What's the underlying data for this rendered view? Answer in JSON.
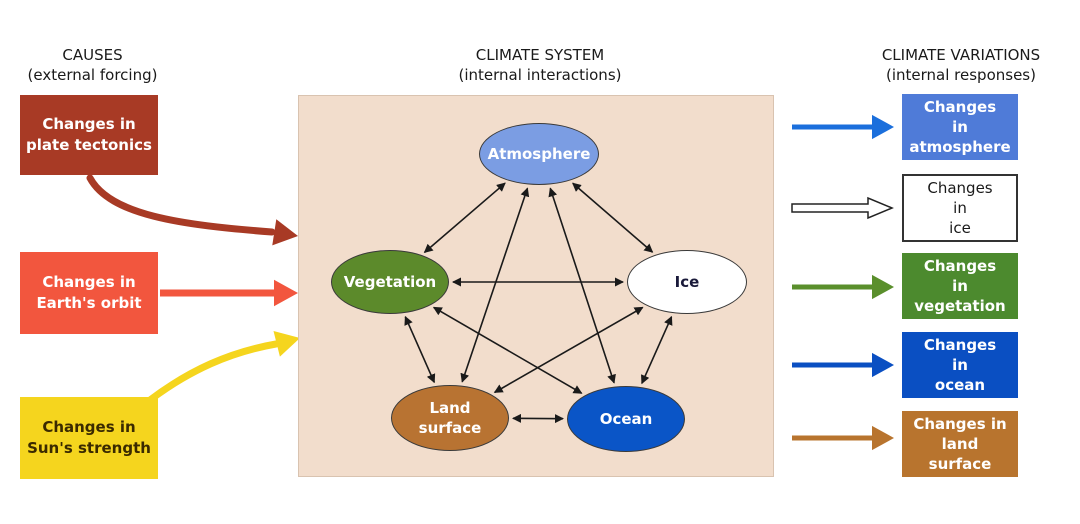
{
  "headings": {
    "causes": [
      "CAUSES",
      "(external forcing)"
    ],
    "system": [
      "CLIMATE SYSTEM",
      "(internal interactions)"
    ],
    "variations": [
      "CLIMATE VARIATIONS",
      "(internal responses)"
    ]
  },
  "causes": [
    {
      "lines": [
        "Changes in",
        "plate tectonics"
      ],
      "color": "#a83a25"
    },
    {
      "lines": [
        "Changes in",
        "Earth's orbit"
      ],
      "color": "#f2563e"
    },
    {
      "lines": [
        "Changes in",
        "Sun's strength"
      ],
      "color": "#f5d51e"
    }
  ],
  "nodes": {
    "atmosphere": {
      "lines": [
        "Atmosphere"
      ],
      "color": "#7b9de3"
    },
    "vegetation": {
      "lines": [
        "Vegetation"
      ],
      "color": "#5c8a2b"
    },
    "ice": {
      "lines": [
        "Ice"
      ],
      "color": "#ffffff"
    },
    "land_surface": {
      "lines": [
        "Land",
        "surface"
      ],
      "color": "#b87332"
    },
    "ocean": {
      "lines": [
        "Ocean"
      ],
      "color": "#0a55c7"
    }
  },
  "variations": [
    {
      "lines": [
        "Changes",
        "in",
        "atmosphere"
      ],
      "color": "#4f7bd8",
      "arrow_color": "#1b6fdc"
    },
    {
      "lines": [
        "Changes",
        "in",
        "ice"
      ],
      "color": "#ffffff",
      "arrow_color": "#ffffff"
    },
    {
      "lines": [
        "Changes",
        "in",
        "vegetation"
      ],
      "color": "#4c8a2e",
      "arrow_color": "#5a8f2c"
    },
    {
      "lines": [
        "Changes",
        "in",
        "ocean"
      ],
      "color": "#0a4fc2",
      "arrow_color": "#0a4fc2"
    },
    {
      "lines": [
        "Changes in",
        "land",
        "surface"
      ],
      "color": "#b8742e",
      "arrow_color": "#b8742e"
    }
  ],
  "colors": {
    "panel_fill": "#f2ddcc",
    "interaction_arrows": "#1a1a1a"
  }
}
